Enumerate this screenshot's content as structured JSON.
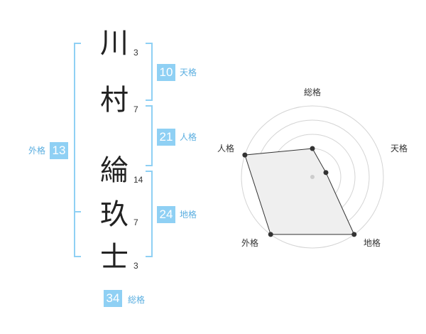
{
  "name": {
    "chars": [
      {
        "kanji": "川",
        "strokes": "3"
      },
      {
        "kanji": "村",
        "strokes": "7"
      },
      {
        "kanji": "綸",
        "strokes": "14"
      },
      {
        "kanji": "玖",
        "strokes": "7"
      },
      {
        "kanji": "士",
        "strokes": "3"
      }
    ]
  },
  "kakusu": {
    "tenkaku": {
      "value": "10",
      "label": "天格"
    },
    "jinkaku": {
      "value": "21",
      "label": "人格"
    },
    "chikaku": {
      "value": "24",
      "label": "地格"
    },
    "gaikaku": {
      "value": "13",
      "label": "外格"
    },
    "soukaku": {
      "value": "34",
      "label": "総格"
    }
  },
  "colors": {
    "accent": "#8fd0f4",
    "accent_text": "#5aaee0",
    "radar_fill": "#efefef",
    "grid": "#d4d4d4"
  },
  "chart_data": {
    "type": "radar",
    "axes": [
      "総格",
      "天格",
      "地格",
      "外格",
      "人格"
    ],
    "values": [
      2,
      1,
      5,
      5,
      5
    ],
    "max": 5
  }
}
